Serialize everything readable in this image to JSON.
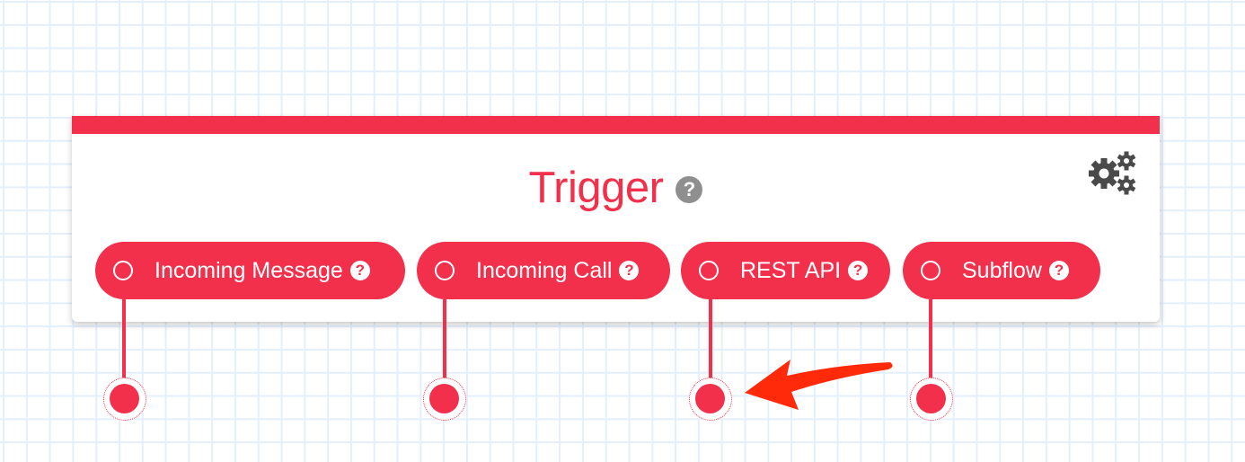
{
  "node": {
    "title": "Trigger",
    "title_help_icon": "?",
    "settings_icon": "gears-icon",
    "accent_color": "#f2304b",
    "triggers": [
      {
        "label": "Incoming Message",
        "help": "?",
        "selected": false
      },
      {
        "label": "Incoming Call",
        "help": "?",
        "selected": false
      },
      {
        "label": "REST API",
        "help": "?",
        "selected": false
      },
      {
        "label": "Subflow",
        "help": "?",
        "selected": false
      }
    ]
  },
  "annotation": {
    "type": "arrow",
    "color": "#ff2a0a",
    "points_to": "REST API output port"
  }
}
